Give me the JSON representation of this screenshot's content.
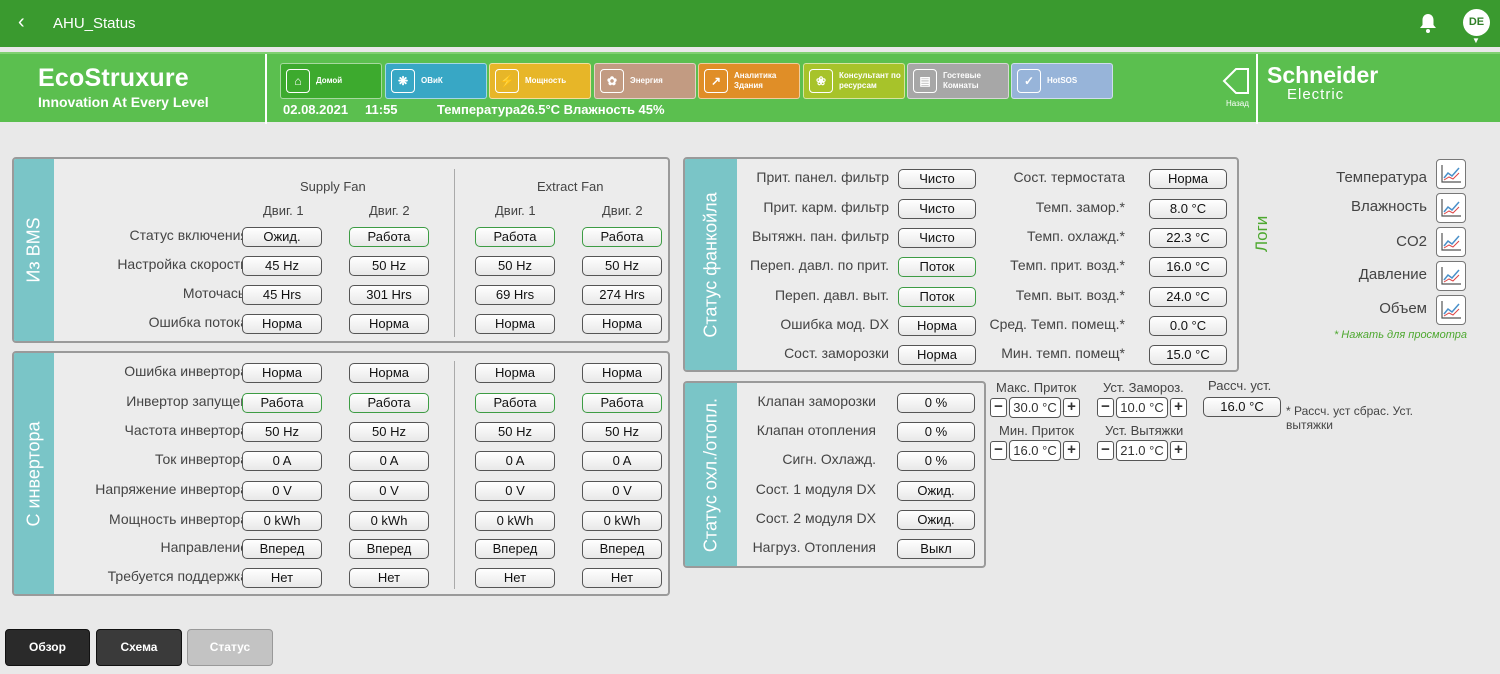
{
  "appbar": {
    "title": "AHU_Status",
    "avatar": "DE"
  },
  "brand": {
    "line1": "EcoStruxure",
    "line2": "Innovation At Every Level",
    "vendor_line1": "Schneider",
    "vendor_line2": "Electric"
  },
  "nav": [
    {
      "label": "Домой",
      "color": "#3daa2e"
    },
    {
      "label": "ОВиК",
      "color": "#38a7c5"
    },
    {
      "label": "Мощность",
      "color": "#e7b628"
    },
    {
      "label": "Энергия",
      "color": "#c29b82"
    },
    {
      "label": "Аналитика Здания",
      "color": "#e08e27"
    },
    {
      "label": "Консультант по ресурсам",
      "color": "#a7c32a"
    },
    {
      "label": "Гостевые Комнаты",
      "color": "#a7a7a7"
    },
    {
      "label": "HotSOS",
      "color": "#97b4d9"
    }
  ],
  "status_line": {
    "date": "02.08.2021",
    "time": "11:55",
    "temperature": "Температура26.5°C Влажность  45%"
  },
  "back_label": "Назад",
  "bms": {
    "side": "Из BMS",
    "supply_fan": "Supply Fan",
    "extract_fan": "Extract Fan",
    "motors": [
      "Двиг. 1",
      "Двиг. 2",
      "Двиг. 1",
      "Двиг. 2"
    ],
    "rows": [
      {
        "label": "Статус включения",
        "values": [
          "Ожид.",
          "Работа",
          "Работа",
          "Работа"
        ]
      },
      {
        "label": "Настройка скорости",
        "values": [
          "45 Hz",
          "50 Hz",
          "50 Hz",
          "50 Hz"
        ]
      },
      {
        "label": "Моточасы",
        "values": [
          "45 Hrs",
          "301 Hrs",
          "69 Hrs",
          "274 Hrs"
        ]
      },
      {
        "label": "Ошибка потока",
        "values": [
          "Норма",
          "Норма",
          "Норма",
          "Норма"
        ]
      }
    ]
  },
  "inverter": {
    "side": "С инвертора",
    "rows": [
      {
        "label": "Ошибка инвертора",
        "values": [
          "Норма",
          "Норма",
          "Норма",
          "Норма"
        ]
      },
      {
        "label": "Инвертор запущен",
        "values": [
          "Работа",
          "Работа",
          "Работа",
          "Работа"
        ]
      },
      {
        "label": "Частота инвертора",
        "values": [
          "50 Hz",
          "50 Hz",
          "50 Hz",
          "50 Hz"
        ]
      },
      {
        "label": "Ток инвертора",
        "values": [
          "0 A",
          "0 A",
          "0 A",
          "0 A"
        ]
      },
      {
        "label": "Напряжение инвертора",
        "values": [
          "0 V",
          "0 V",
          "0 V",
          "0 V"
        ]
      },
      {
        "label": "Мощность инвертора",
        "values": [
          "0 kWh",
          "0 kWh",
          "0 kWh",
          "0 kWh"
        ]
      },
      {
        "label": "Направление",
        "values": [
          "Вперед",
          "Вперед",
          "Вперед",
          "Вперед"
        ]
      },
      {
        "label": "Требуется поддержка",
        "values": [
          "Нет",
          "Нет",
          "Нет",
          "Нет"
        ]
      }
    ]
  },
  "fancoil": {
    "side": "Статус фанкойла",
    "left": [
      {
        "label": "Прит. панел. фильтр",
        "value": "Чисто"
      },
      {
        "label": "Прит. карм. фильтр",
        "value": "Чисто"
      },
      {
        "label": "Вытяжн. пан. фильтр",
        "value": "Чисто"
      },
      {
        "label": "Переп. давл. по прит.",
        "value": "Поток"
      },
      {
        "label": "Переп. давл. выт.",
        "value": "Поток"
      },
      {
        "label": "Ошибка мод. DX",
        "value": "Норма"
      },
      {
        "label": "Сост. заморозки",
        "value": "Норма"
      }
    ],
    "right": [
      {
        "label": "Сост. термостата",
        "value": "Норма"
      },
      {
        "label": "Темп. замор.*",
        "value": "8.0 °C"
      },
      {
        "label": "Темп. охлажд.*",
        "value": "22.3 °C"
      },
      {
        "label": "Темп. прит. возд.*",
        "value": "16.0 °C"
      },
      {
        "label": "Темп. выт. возд.*",
        "value": "24.0 °C"
      },
      {
        "label": "Сред. Темп. помещ.*",
        "value": "0.0 °C"
      },
      {
        "label": "Мин. темп. помещ*",
        "value": "15.0 °C"
      }
    ]
  },
  "cooling": {
    "side": "Статус охл./отопл.",
    "rows": [
      {
        "label": "Клапан заморозки",
        "value": "0 %"
      },
      {
        "label": "Клапан отопления",
        "value": "0 %"
      },
      {
        "label": "Сигн. Охлажд.",
        "value": "0 %"
      },
      {
        "label": "Сост. 1 модуля DX",
        "value": "Ожид."
      },
      {
        "label": "Сост. 2 модуля DX",
        "value": "Ожид."
      },
      {
        "label": "Нагруз. Отопления",
        "value": "Выкл"
      }
    ]
  },
  "setpoints": {
    "max_supply": {
      "label": "Макс. Приток",
      "value": "30.0 °C"
    },
    "freeze": {
      "label": "Уст. Замороз.",
      "value": "10.0 °C"
    },
    "calc": {
      "label": "Рассч. уст.",
      "value": "16.0 °C"
    },
    "min_supply": {
      "label": "Мин. Приток",
      "value": "16.0 °C"
    },
    "extract": {
      "label": "Уст. Вытяжки",
      "value": "21.0 °C"
    },
    "note": "* Рассч. уст сбрас. Уст. вытяжки"
  },
  "logs": {
    "title": "Логи",
    "items": [
      "Температура",
      "Влажность",
      "CO2",
      "Давление",
      "Объем"
    ],
    "hint": "* Нажать для просмотра"
  },
  "bottom": {
    "overview": "Обзор",
    "scheme": "Схема",
    "status": "Статус"
  }
}
